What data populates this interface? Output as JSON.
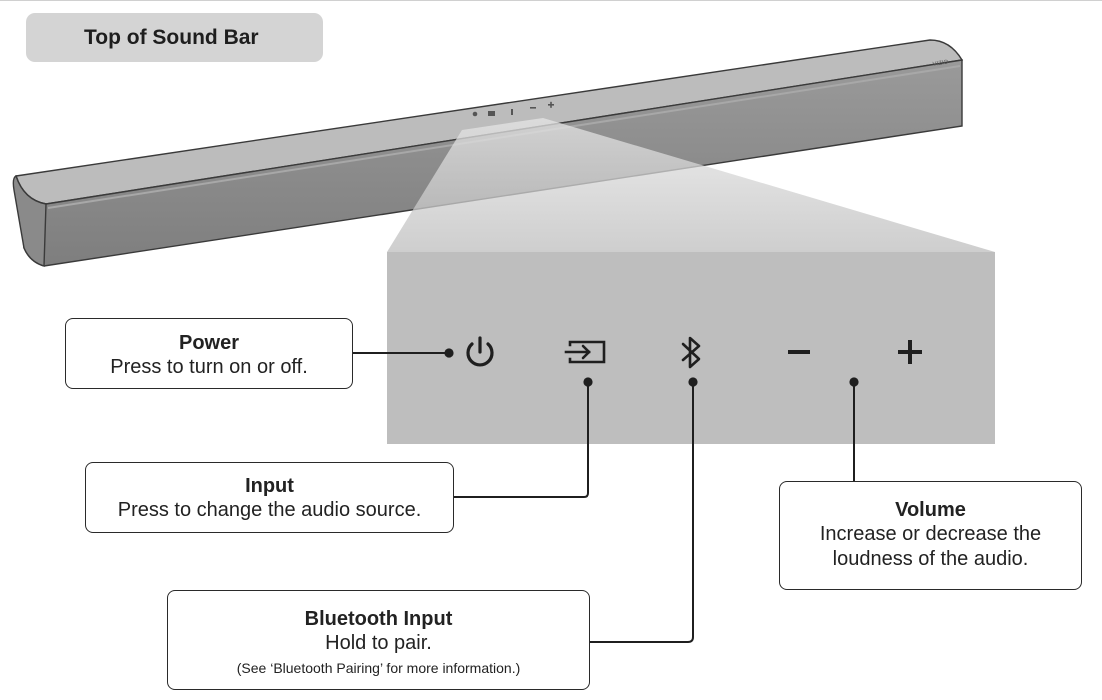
{
  "header": {
    "label": "Top of Sound Bar"
  },
  "sound_bar": {
    "brand_mark": "VIZIO"
  },
  "controls": [
    {
      "icon": "power-icon"
    },
    {
      "icon": "input-icon"
    },
    {
      "icon": "bluetooth-icon"
    },
    {
      "icon": "volume-down-icon"
    },
    {
      "icon": "volume-up-icon"
    }
  ],
  "callouts": {
    "power": {
      "title": "Power",
      "description": "Press to turn on or off."
    },
    "input": {
      "title": "Input",
      "description": "Press to change the audio source."
    },
    "bluetooth": {
      "title": "Bluetooth Input",
      "description": "Hold to pair.",
      "note": "(See ‘Bluetooth Pairing’ for more information.)"
    },
    "volume": {
      "title": "Volume",
      "description": "Increase or decrease the loudness of the audio."
    }
  },
  "colors": {
    "bar_body": "#8c8c8c",
    "bar_top": "#bdbdbd",
    "panel": "#bebebe",
    "line": "#1f1f1f"
  }
}
